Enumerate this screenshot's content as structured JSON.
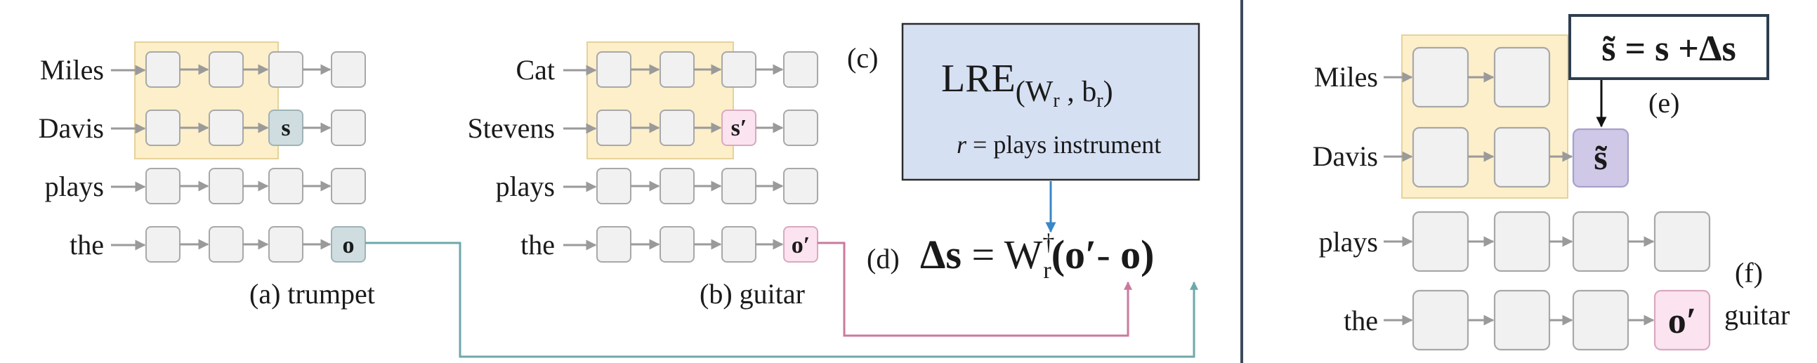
{
  "panel_a": {
    "tokens": [
      "Miles",
      "Davis",
      "plays",
      "the"
    ],
    "subject_label": "s",
    "object_label": "o",
    "caption": "(a) trumpet"
  },
  "panel_b": {
    "tokens": [
      "Cat",
      "Stevens",
      "plays",
      "the"
    ],
    "subject_label": "s′",
    "object_label": "o′",
    "caption": "(b) guitar"
  },
  "panel_c": {
    "tag": "(c)",
    "lre_main": "LRE",
    "lre_sub": "(W",
    "lre_sub_r1": "r",
    "lre_sub_mid": " , b",
    "lre_sub_r2": "r",
    "lre_sub_end": ")",
    "relation_var": "r",
    "relation_text": " = plays  instrument"
  },
  "panel_d": {
    "tag": "(d)",
    "lhs": "Δs",
    "eq": " = ",
    "w": "W",
    "w_sup": "†",
    "w_sub": "r",
    "paren_open": "(",
    "o_prime": "o′",
    "minus": "- ",
    "o": "o",
    "paren_close": ")"
  },
  "panel_e": {
    "formula": "s̃ = s +Δs",
    "tag": "(e)"
  },
  "panel_f": {
    "tokens": [
      "Miles",
      "Davis",
      "plays",
      "the"
    ],
    "subject_label": "s̃",
    "object_label": "o′",
    "tag": "(f)",
    "caption": "guitar"
  },
  "colors": {
    "highlight_fill": "#fcefc9",
    "subject_a_fill": "#cfdde0",
    "prime_fill": "#fbe3ef",
    "tilde_fill": "#cfc8e6",
    "lre_box_fill": "#d6e0f3",
    "teal_line": "#6ea8aa",
    "pink_line": "#c97a9c",
    "blue_arrow": "#3a86c8",
    "divider": "#3d4a5c"
  }
}
